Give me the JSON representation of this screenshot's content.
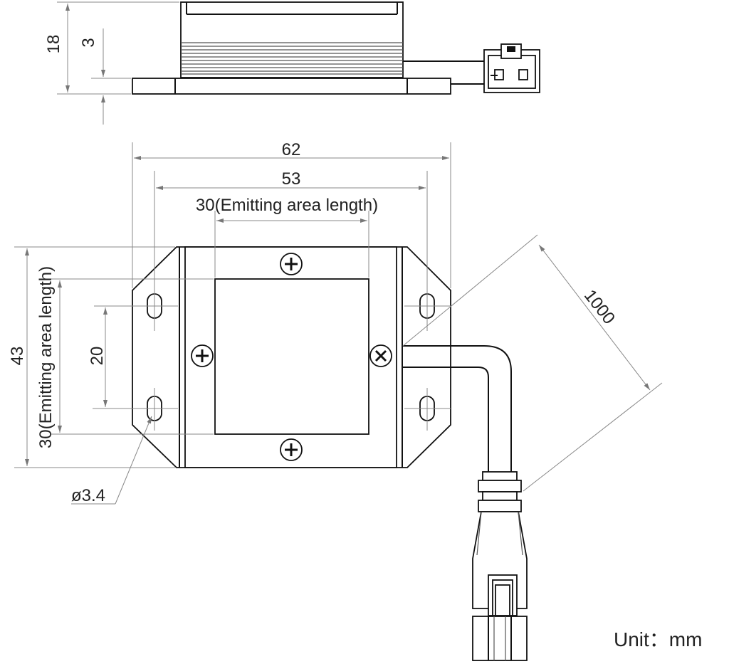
{
  "side_view": {
    "dim_height_total": "18",
    "dim_base_thickness": "3"
  },
  "top_view": {
    "dim_width_total": "62",
    "dim_hole_spacing_x": "53",
    "dim_emitting_width": "30(Emitting area length)",
    "dim_height_total": "43",
    "dim_hole_spacing_y": "20",
    "dim_emitting_height": "30(Emitting area length)",
    "dim_hole_diameter": "ø3.4",
    "dim_cable_length": "1000"
  },
  "unit_label": "Unit：mm"
}
